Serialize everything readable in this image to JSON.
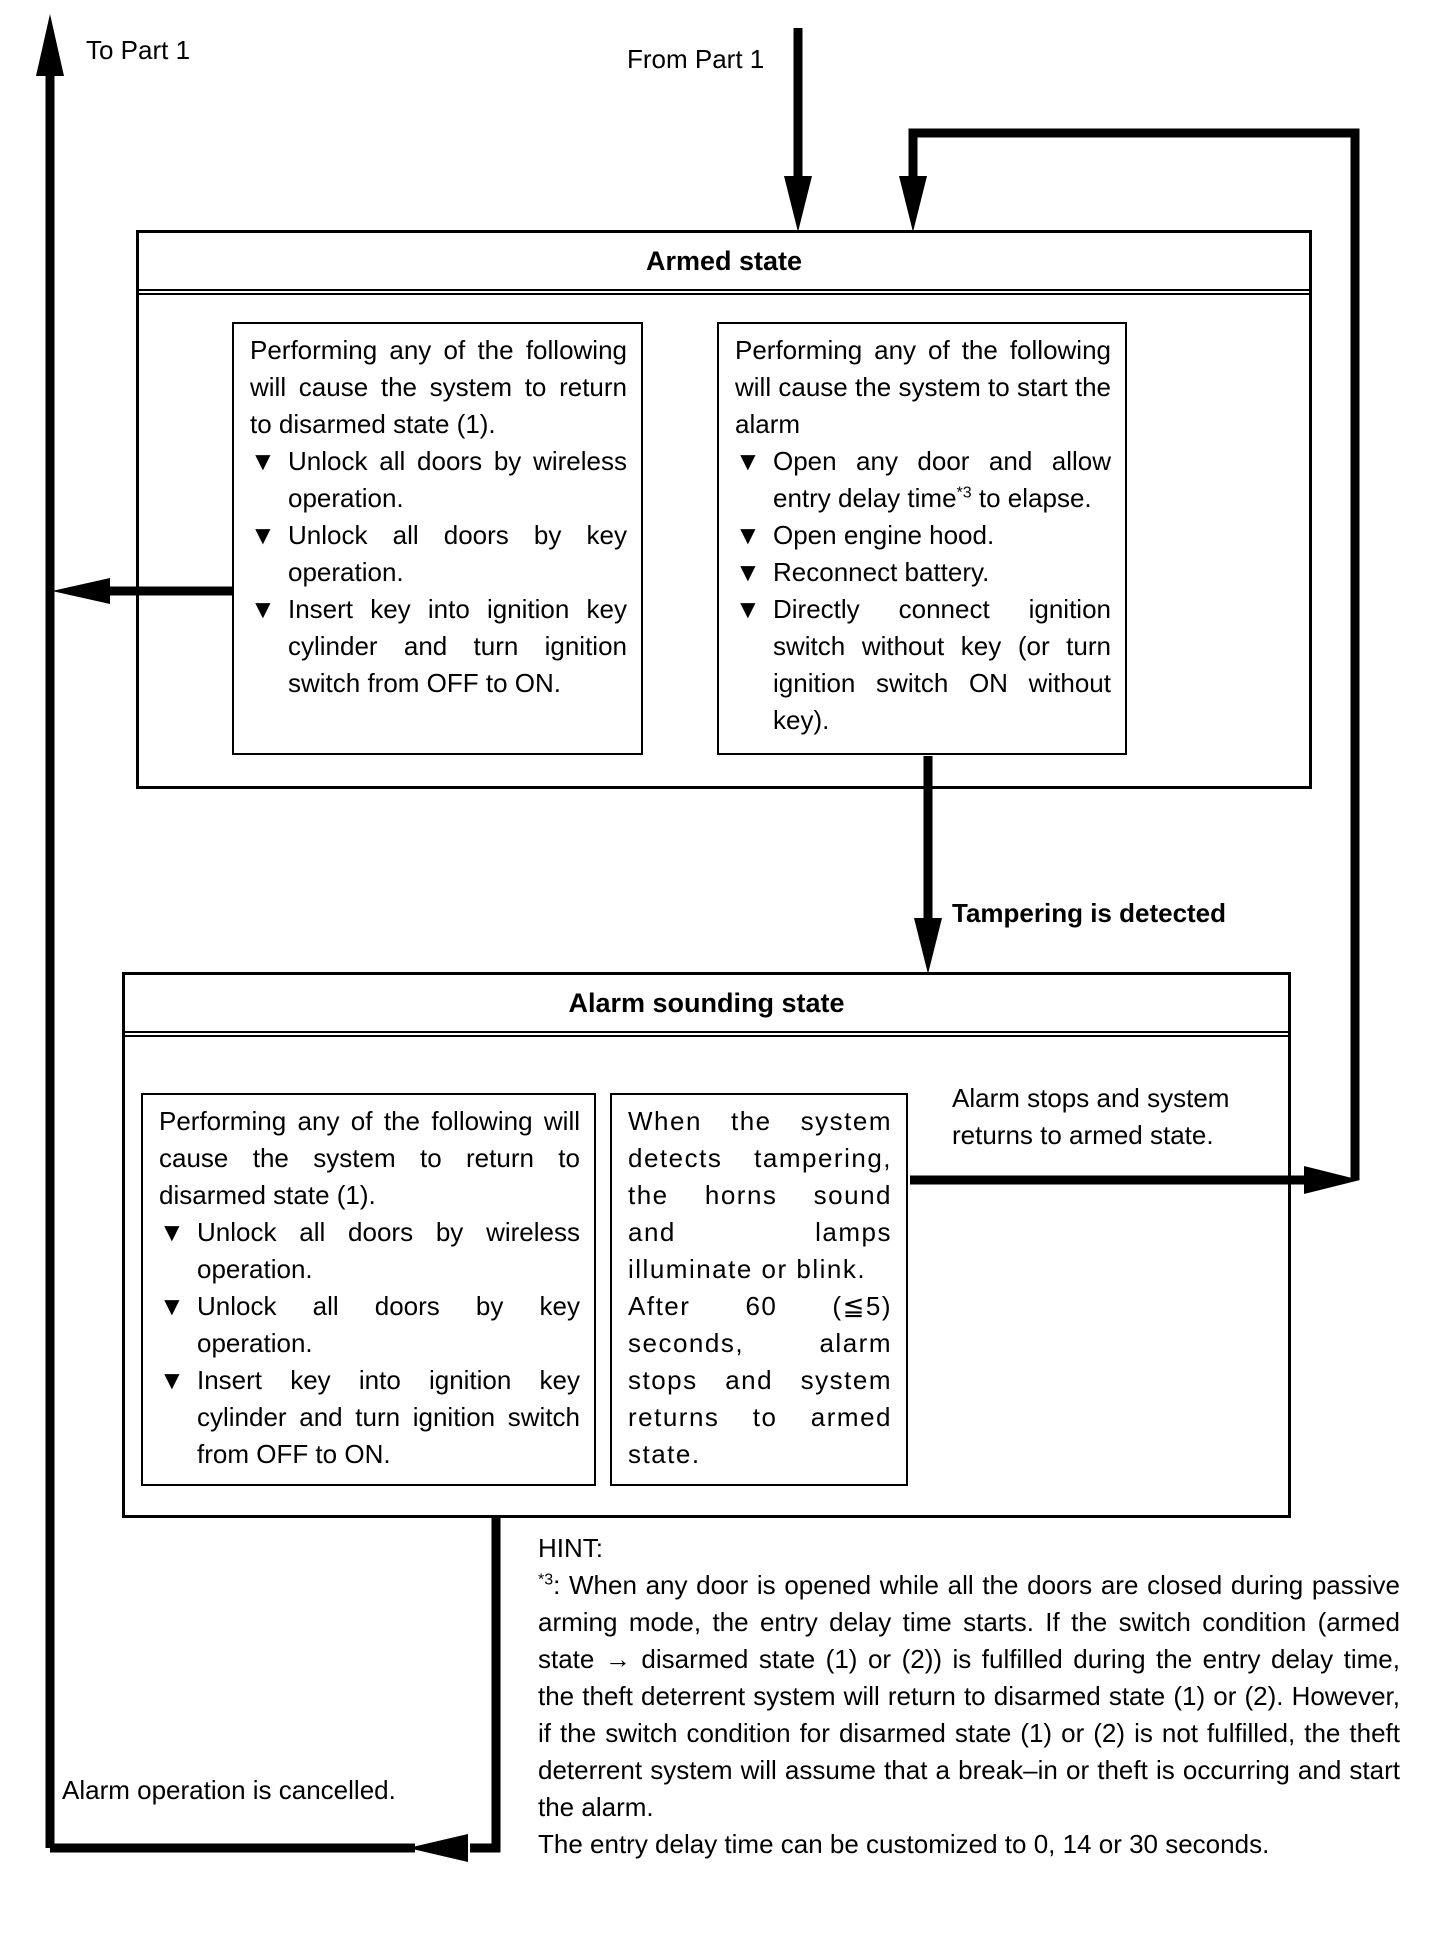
{
  "labels": {
    "to_part1": "To Part 1",
    "from_part1": "From Part 1",
    "tampering": "Tampering is detected",
    "alarm_stops": "Alarm stops and system returns to armed state.",
    "cancelled": "Alarm operation is cancelled."
  },
  "armed_state": {
    "title": "Armed state",
    "return_box": {
      "intro": "Performing any of the following will cause the system to return to disarmed state (1).",
      "items": [
        "Unlock all doors by wireless operation.",
        "Unlock all doors by key operation.",
        "Insert key into ignition key cylinder and turn ignition switch from OFF to ON."
      ]
    },
    "alarm_box": {
      "intro": "Performing any of the following will cause the system to start the alarm",
      "item0_pre": "Open any door and allow entry delay time",
      "item0_sup": "*3",
      "item0_post": " to elapse.",
      "items": [
        "Open engine hood.",
        "Reconnect battery.",
        "Directly connect ignition switch without key (or turn ignition switch ON without key)."
      ]
    }
  },
  "alarm_state": {
    "title": "Alarm sounding state",
    "return_box": {
      "intro": "Performing any of the following will cause the system to return to disarmed state (1).",
      "items": [
        "Unlock all doors by wireless operation.",
        "Unlock all doors by key operation.",
        "Insert key into ignition key cylinder and turn ignition switch from OFF to ON."
      ]
    },
    "info_box": {
      "para1": "When the system detects tampering, the horns sound and lamps illuminate or blink.",
      "para2": "After 60 (≦5) seconds, alarm stops and system returns to armed state."
    }
  },
  "hint": {
    "heading": "HINT:",
    "note_mark": "*3",
    "note_text": ": When any door is opened while all the doors are closed during passive arming mode, the entry delay time starts. If the switch condition (armed state → disarmed state (1) or (2)) is fulfilled during the entry delay time, the theft deterrent system will return to disarmed state (1) or (2). However, if the switch condition for disarmed state (1) or (2) is not fulfilled, the theft deterrent system will assume that a break–in or theft is occurring and start the alarm.",
    "last_line": "The entry delay time can be customized to 0, 14 or 30 seconds."
  },
  "bullet_glyph": "▼"
}
